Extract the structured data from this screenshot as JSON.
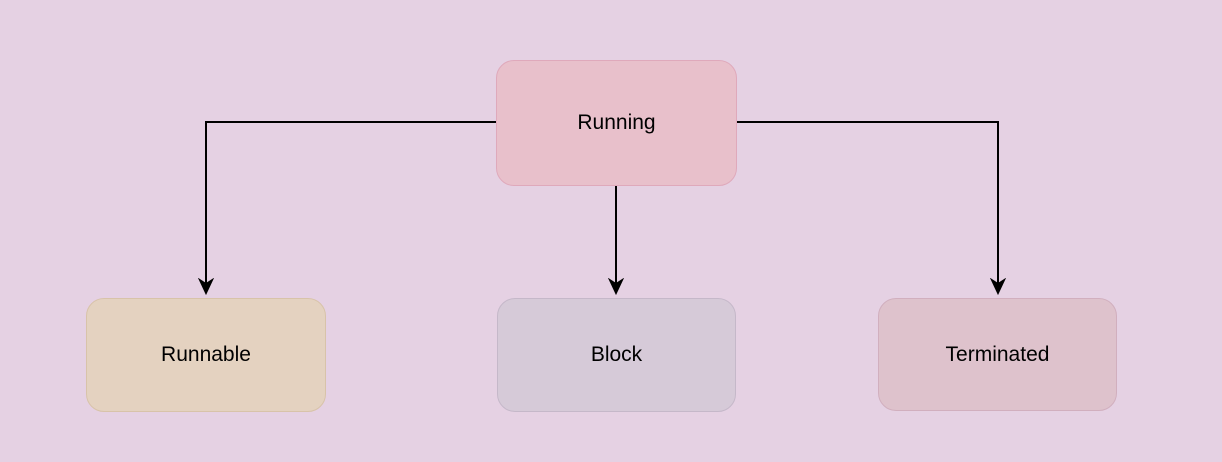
{
  "diagram": {
    "background_color": "#e5d1e3",
    "edge_color": "#000000",
    "edge_stroke_width": 2,
    "arrowhead": "filled-triangle",
    "nodes": [
      {
        "id": "running",
        "label": "Running",
        "fill": "#e8c0cb",
        "border": "#dfa9bb",
        "text_color": "#000000"
      },
      {
        "id": "runnable",
        "label": "Runnable",
        "fill": "#e4d2c0",
        "border": "#d8c3a9",
        "text_color": "#000000"
      },
      {
        "id": "block",
        "label": "Block",
        "fill": "#d6cad8",
        "border": "#c5b8c9",
        "text_color": "#000000"
      },
      {
        "id": "terminated",
        "label": "Terminated",
        "fill": "#dec2cc",
        "border": "#d1afbe",
        "text_color": "#000000"
      }
    ],
    "edges": [
      {
        "from": "running",
        "to": "runnable"
      },
      {
        "from": "running",
        "to": "block"
      },
      {
        "from": "running",
        "to": "terminated"
      }
    ]
  }
}
